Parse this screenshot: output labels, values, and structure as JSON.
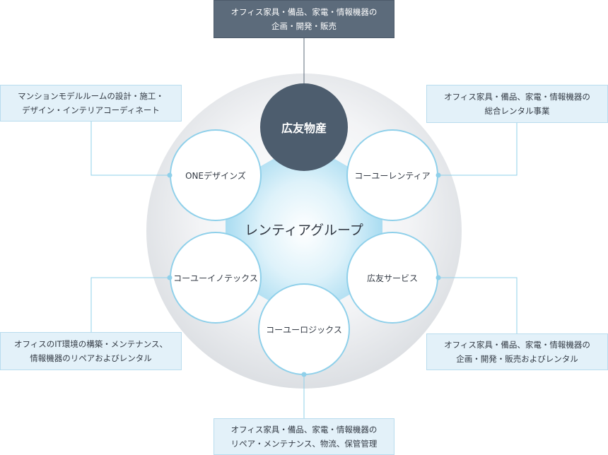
{
  "center": {
    "label": "レンティアグループ"
  },
  "hub": {
    "label": "広友物産"
  },
  "companies": [
    {
      "label": "コーユーレンティア"
    },
    {
      "label": "ONEデザインズ"
    },
    {
      "label": "広友サービス"
    },
    {
      "label": "コーユーイノテックス"
    },
    {
      "label": "コーユーロジックス"
    }
  ],
  "boxes": {
    "top": {
      "lines": [
        "オフィス家具・備品、家電・情報機器の",
        "企画・開発・販売"
      ]
    },
    "top_left": {
      "lines": [
        "マンションモデルルームの設計・施工・",
        "デザイン・インテリアコーディネート"
      ]
    },
    "top_right": {
      "lines": [
        "オフィス家具・備品、家電・情報機器の",
        "総合レンタル事業"
      ]
    },
    "bottom_left": {
      "lines": [
        "オフィスのIT環境の構築・メンテナンス、",
        "情報機器のリペアおよびレンタル"
      ]
    },
    "bottom_right": {
      "lines": [
        "オフィス家具・備品、家電・情報機器の",
        "企画・開発・販売およびレンタル"
      ]
    },
    "bottom": {
      "lines": [
        "オフィス家具・備品、家電・情報機器の",
        "リペア・メンテナンス、物流、保管管理"
      ]
    }
  },
  "colors": {
    "hub_fill": "#4d5d6e",
    "top_box_fill": "#5c6b7b",
    "desc_box_fill": "#e3f1f9",
    "desc_box_border": "#b9dcee",
    "circle_stroke": "#8fd0ea",
    "connector": "#8fd0ea",
    "center_glow": "#b3e2f4",
    "outer_disc": "#e6e9ed"
  }
}
